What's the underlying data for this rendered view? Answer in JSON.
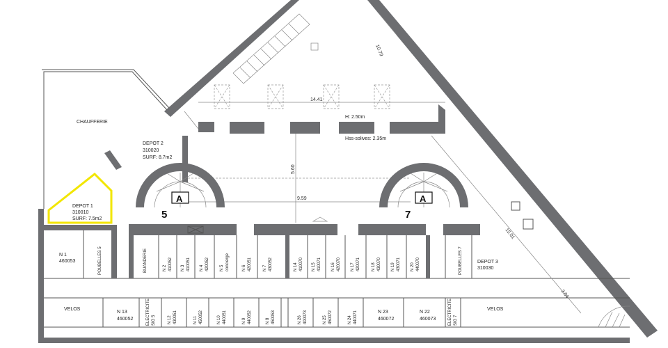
{
  "labels": {
    "chaufferie": "CHAUFFERIE",
    "depot1": {
      "name": "DEPOT 1",
      "code": "310010",
      "surf": "SURF: 7.5m2"
    },
    "depot2": {
      "name": "DEPOT 2",
      "code": "310020",
      "surf": "SURF: 8.7m2"
    },
    "depot3": {
      "name": "DEPOT 3",
      "code": "310030"
    },
    "velos_left": "VELOS",
    "velos_right": "VELOS",
    "n1": {
      "name": "N 1",
      "code": "460053"
    },
    "n13": {
      "name": "N 13",
      "code": "460052"
    },
    "n23": {
      "name": "N 23",
      "code": "460072"
    },
    "n22": {
      "name": "N 22",
      "code": "460073"
    },
    "poubelles5": "POUBELLES 5",
    "poubelles7": "POUBELLES 7",
    "buanderie": "BUANDERIE",
    "electricite5": [
      "ELECTRICITE",
      "SIG 5"
    ],
    "electricite7": [
      "ELECTRICITE",
      "SIG 7"
    ],
    "stair5": "5",
    "stair7": "7",
    "stair_mark": "A",
    "height": "H: 2.50m",
    "hss": "Hss-solives: 2.35m"
  },
  "cells_top": [
    {
      "name": "N 2",
      "code": "410052"
    },
    {
      "name": "N 3",
      "code": "410051"
    },
    {
      "name": "N 4",
      "code": "420052"
    },
    {
      "name": "N 5",
      "code": "concierge"
    },
    {
      "name": "N 6",
      "code": "420051"
    },
    {
      "name": "N 7",
      "code": "430052"
    },
    {
      "name": "N 14",
      "code": "410070"
    },
    {
      "name": "N 15",
      "code": "410071"
    },
    {
      "name": "N 16",
      "code": "420070"
    },
    {
      "name": "N 17",
      "code": "420071"
    },
    {
      "name": "N 18",
      "code": "430070"
    },
    {
      "name": "N 19",
      "code": "430071"
    },
    {
      "name": "N 20",
      "code": "440070"
    }
  ],
  "cells_bottom": [
    {
      "name": "N 12",
      "code": "430051"
    },
    {
      "name": "N 11",
      "code": "450052"
    },
    {
      "name": "N 10",
      "code": "440051"
    },
    {
      "name": "N 9",
      "code": "440052"
    },
    {
      "name": "N 8",
      "code": "450053"
    },
    {
      "name": "N 26",
      "code": "400073"
    },
    {
      "name": "N 25",
      "code": "450072"
    },
    {
      "name": "N 24",
      "code": "440071"
    }
  ],
  "dimensions": {
    "d1079": "10.79",
    "d1441": "14.41",
    "d560": "5.60",
    "d959": "9.59",
    "d1501": "15.01",
    "d304": "3.04"
  },
  "colors": {
    "highlight": "#f2e600",
    "wall": "#6d6e71"
  }
}
